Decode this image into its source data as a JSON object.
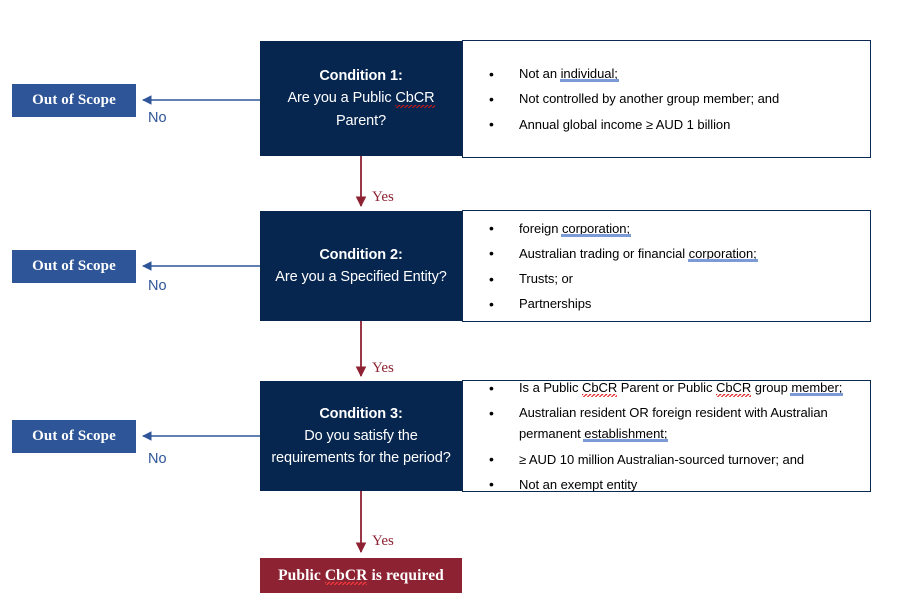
{
  "diagram": {
    "title": "Public CbCR decision flowchart",
    "colors": {
      "navy": "#062650",
      "blue": "#2e5597",
      "maroon": "#8c2232",
      "highlight": "#7b9ad6",
      "spellcheck": "#e02020"
    },
    "edge_labels": {
      "no": "No",
      "yes": "Yes"
    },
    "out_of_scope_label": "Out of Scope",
    "conditions": [
      {
        "id": "condition-1",
        "title": "Condition 1:",
        "question_lines": [
          "Are you a Public ",
          "CbCR",
          " Parent?"
        ],
        "question_plain": "Are you a Public CbCR Parent?",
        "bullets": [
          {
            "id": "c1-b1",
            "parts": [
              {
                "text": "Not an "
              },
              {
                "text": "individual;",
                "style": "highlight"
              }
            ]
          },
          {
            "id": "c1-b2",
            "parts": [
              {
                "text": "Not controlled by another group member; and"
              }
            ]
          },
          {
            "id": "c1-b3",
            "parts": [
              {
                "text": "Annual global income ≥ AUD 1 billion"
              }
            ]
          }
        ]
      },
      {
        "id": "condition-2",
        "title": "Condition 2:",
        "question_plain": "Are you a Specified Entity?",
        "bullets": [
          {
            "id": "c2-b1",
            "parts": [
              {
                "text": "foreign "
              },
              {
                "text": "corporation;",
                "style": "highlight"
              }
            ]
          },
          {
            "id": "c2-b2",
            "parts": [
              {
                "text": "Australian trading or financial "
              },
              {
                "text": "corporation;",
                "style": "highlight"
              }
            ]
          },
          {
            "id": "c2-b3",
            "parts": [
              {
                "text": "Trusts; or"
              }
            ]
          },
          {
            "id": "c2-b4",
            "parts": [
              {
                "text": "Partnerships"
              }
            ]
          }
        ]
      },
      {
        "id": "condition-3",
        "title": "Condition 3:",
        "question_plain": "Do you satisfy the requirements for the period?",
        "bullets": [
          {
            "id": "c3-b1",
            "parts": [
              {
                "text": "Is a Public "
              },
              {
                "text": "CbCR",
                "style": "spellcheck"
              },
              {
                "text": " Parent or Public "
              },
              {
                "text": "CbCR",
                "style": "spellcheck"
              },
              {
                "text": " group "
              },
              {
                "text": "member;",
                "style": "highlight"
              }
            ]
          },
          {
            "id": "c3-b2",
            "parts": [
              {
                "text": "Australian resident OR foreign resident with Australian permanent "
              },
              {
                "text": "establishment;",
                "style": "highlight"
              }
            ]
          },
          {
            "id": "c3-b3",
            "parts": [
              {
                "text": "≥ AUD 10 million Australian-sourced turnover; and"
              }
            ]
          },
          {
            "id": "c3-b4",
            "parts": [
              {
                "text": "Not an exempt entity"
              }
            ]
          }
        ]
      }
    ],
    "result": {
      "id": "result-public-cbcr-required",
      "parts": [
        {
          "text": "Public "
        },
        {
          "text": "CbCR",
          "style": "spellcheck"
        },
        {
          "text": " is required"
        }
      ],
      "plain": "Public CbCR is required"
    }
  }
}
